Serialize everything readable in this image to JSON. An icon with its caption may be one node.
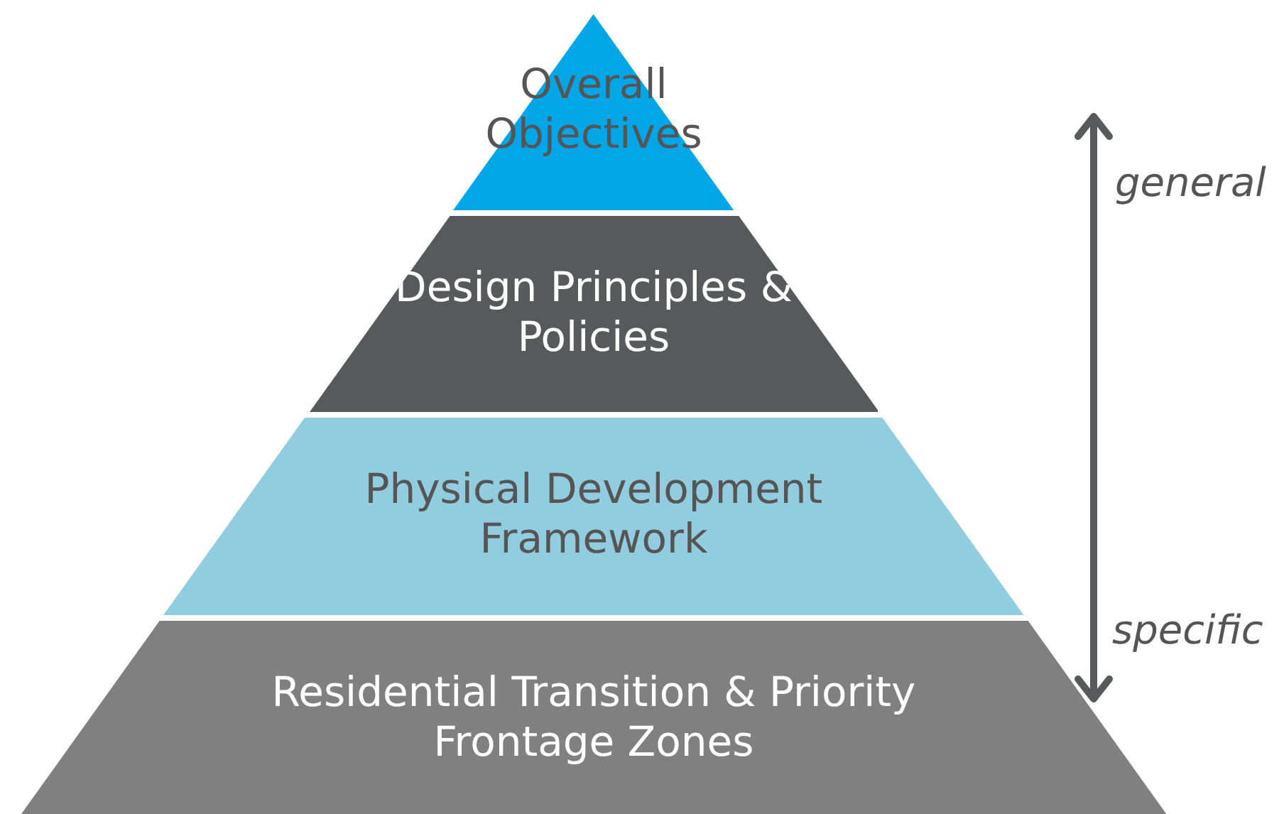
{
  "diagram": {
    "nodes": [
      {
        "text": [
          "Overall Objectives"
        ]
      },
      {
        "text": [
          "Design Principles & Policies"
        ]
      },
      {
        "text": [
          "Physical Development Framework"
        ]
      },
      {
        "text": [
          "Residential Transition & Priority Frontage Zones"
        ]
      }
    ],
    "labels": [
      "general",
      "specific"
    ]
  }
}
